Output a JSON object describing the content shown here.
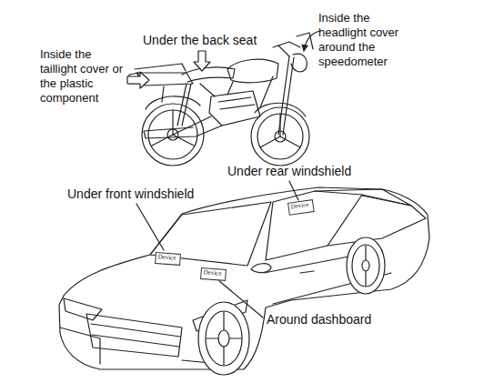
{
  "diagram": {
    "nodes": [
      {
        "text": [
          "Device"
        ]
      },
      {
        "text": [
          "Device"
        ]
      },
      {
        "text": [
          "Device"
        ]
      }
    ],
    "labels": [
      "Inside the taillight cover or the plastic component",
      "Under the back seat",
      "Inside the headlight cover around the speedometer",
      "Under rear windshield",
      "Under front windshield",
      "Around dashboard"
    ]
  }
}
